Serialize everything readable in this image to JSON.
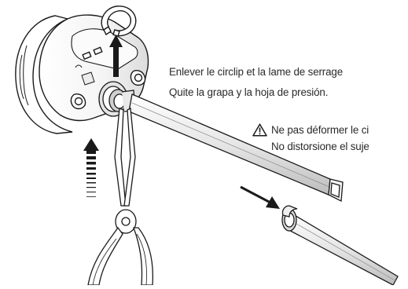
{
  "captions": {
    "remove_fr": "Enlever le circlip et la lame de serrage",
    "remove_es": "Quite la grapa y la hoja de presión."
  },
  "warning": {
    "icon": "warning-triangle-icon",
    "text_fr": "Ne pas déformer le ci",
    "text_es": "No distorsione el suje"
  },
  "colors": {
    "line": "#1a1a1a",
    "shade_light": "#f2f2f2",
    "shade_mid": "#d6d6d6",
    "shade_dark": "#9a9a9a"
  }
}
